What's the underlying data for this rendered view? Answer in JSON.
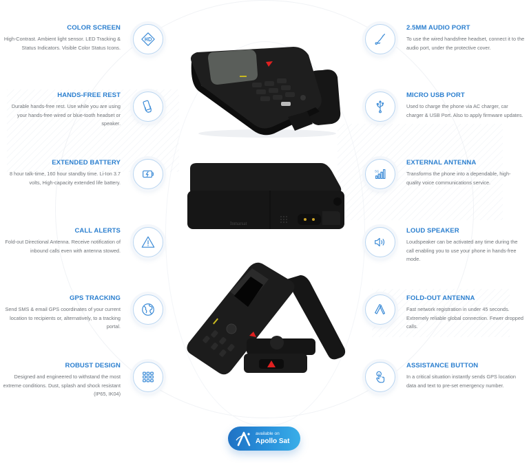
{
  "features_left": [
    {
      "title": "COLOR SCREEN",
      "icon": "hd-icon",
      "description": "High-Contrast. Ambient light sensor. LED Tracking & Status Indicators. Visible Color Status Icons."
    },
    {
      "title": "HANDS-FREE REST",
      "icon": "hand-phone-icon",
      "description": "Durable hands-free rest. Use while you are using your hands-free wired or blue-tooth headset or speaker."
    },
    {
      "title": "EXTENDED BATTERY",
      "icon": "battery-charging-icon",
      "description": "8 hour talk-time, 160 hour standby time. Li-Ion 3.7 volts, High-capacity extended life battery."
    },
    {
      "title": "CALL ALERTS",
      "icon": "warning-triangle-icon",
      "description": "Fold-out Directional Antenna. Receive notification of inbound calls even with antenna stowed."
    },
    {
      "title": "GPS TRACKING",
      "icon": "globe-icon",
      "description": "Send SMS & email GPS coordinates of your current location to recipients or, alternatively, to a tracking portal."
    },
    {
      "title": "ROBUST DESIGN",
      "icon": "grid-keypad-icon",
      "description": "Designed and engineered to withstand the most extreme conditions. Dust, splash and shock resistant (IP65, IK04)"
    }
  ],
  "features_right": [
    {
      "title": "2.5MM AUDIO PORT",
      "icon": "audio-jack-icon",
      "description": "To use the wired handsfree headset, connect it to the audio port, under the protective cover."
    },
    {
      "title": "MICRO USB PORT",
      "icon": "usb-icon",
      "description": "Used to charge the phone via AC charger, car charger & USB Port. Also to apply firmware updates."
    },
    {
      "title": "EXTERNAL ANTENNA",
      "icon": "signal-5g-icon",
      "description": "Transforms the phone into a dependable, high-quality voice communications service."
    },
    {
      "title": "LOUD SPEAKER",
      "icon": "speaker-icon",
      "description": "Loudspeaker can be activated any time during the call enabling you to use your phone in hands-free mode."
    },
    {
      "title": "FOLD-OUT ANTENNA",
      "icon": "fold-antenna-icon",
      "description": "Fast network registration in under 45 seconds. Extremely reliable global connection. Fewer dropped calls."
    },
    {
      "title": "ASSISTANCE BUTTON",
      "icon": "touch-hand-icon",
      "description": "In a critical situation instantly sends GPS location data and text to pre-set emergency number."
    }
  ],
  "products": [
    {
      "name": "phone-top-view",
      "label": ""
    },
    {
      "name": "phone-side-view",
      "brand": "Inmarsat"
    },
    {
      "name": "phone-antenna-open-view",
      "brand": "Inmarsat"
    }
  ],
  "cta": {
    "small": "available on",
    "big": "Apollo Sat"
  },
  "colors": {
    "accent": "#2b7fcf",
    "text": "#6f7378",
    "cta_start": "#1f72c4",
    "cta_end": "#39aee8",
    "emergency": "#e02020"
  }
}
